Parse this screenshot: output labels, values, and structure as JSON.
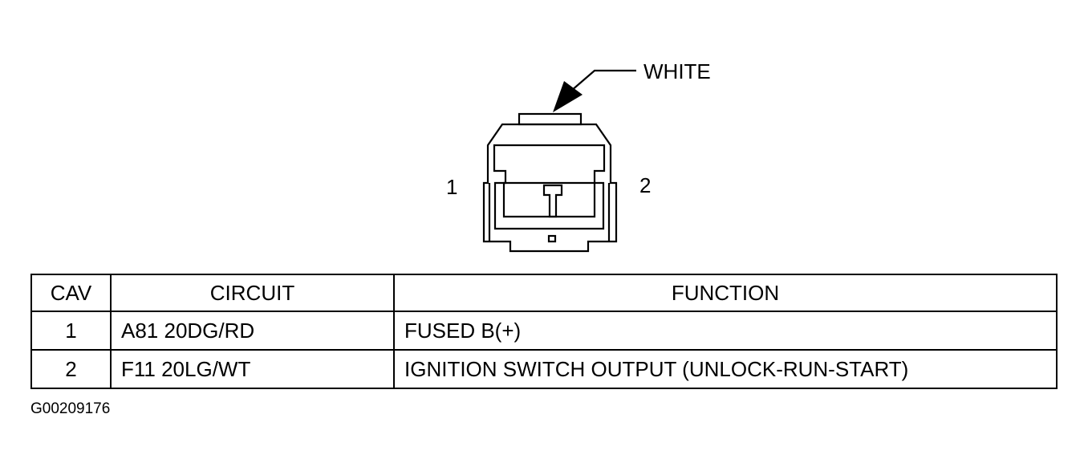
{
  "connector": {
    "color_callout": "WHITE",
    "pin_labels": [
      "1",
      "2"
    ]
  },
  "table": {
    "headers": {
      "cav": "CAV",
      "circuit": "CIRCUIT",
      "function": "FUNCTION"
    },
    "rows": [
      {
        "cav": "1",
        "circuit": "A81 20DG/RD",
        "function": "FUSED B(+)"
      },
      {
        "cav": "2",
        "circuit": "F11 20LG/WT",
        "function": "IGNITION SWITCH OUTPUT (UNLOCK-RUN-START)"
      }
    ]
  },
  "figure_code": "G00209176"
}
